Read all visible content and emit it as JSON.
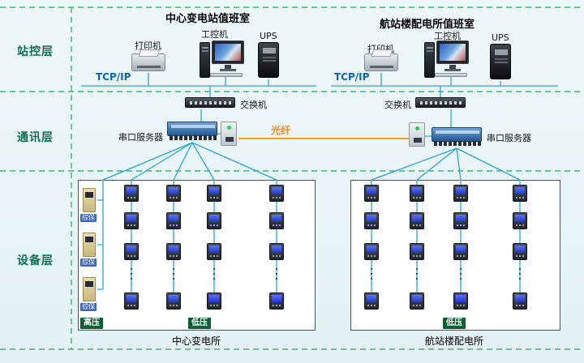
{
  "colors": {
    "background": "#e8f4f8",
    "layer_separator_green": "#27a35a",
    "connection_blue": "#2aa7d6",
    "fiber_orange": "#f3a11c",
    "tcpip_text_blue": "#0a67b5",
    "layer_label_green": "#0e6f55",
    "meter_screen_blue": "#2c44d8"
  },
  "layers": {
    "station_control": "站控层",
    "communication": "通讯层",
    "device": "设备层"
  },
  "left_station": {
    "title": "中心变电站值班室",
    "printer_label": "打印机",
    "pc_label": "工控机",
    "ups_label": "UPS",
    "tcpip_label": "TCP/IP",
    "switch_label": "交换机",
    "serial_server_label": "串口服务器",
    "protection_label": "综保",
    "high_voltage_label": "高压",
    "low_voltage_label": "低压",
    "caption": "中心变电所"
  },
  "right_station": {
    "title": "航站楼配电所值班室",
    "printer_label": "打印机",
    "pc_label": "工控机",
    "ups_label": "UPS",
    "tcpip_label": "TCP/IP",
    "switch_label": "交换机",
    "serial_server_label": "串口服务器",
    "low_voltage_label": "低压",
    "caption": "航站楼配电所"
  },
  "fiber_label": "光纤"
}
